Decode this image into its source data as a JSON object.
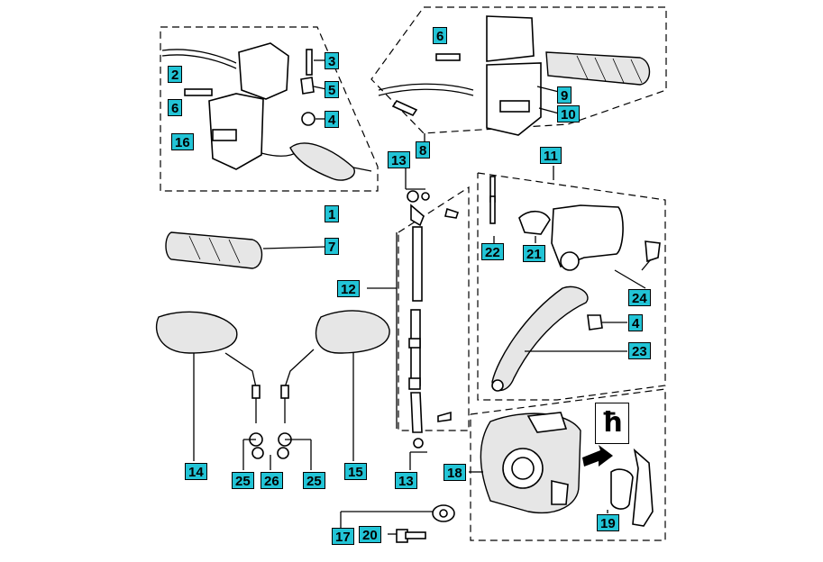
{
  "diagram": {
    "callouts": {
      "c1": "1",
      "c2": "2",
      "c3": "3",
      "c4a": "4",
      "c4b": "4",
      "c5": "5",
      "c6a": "6",
      "c6b": "6",
      "c7": "7",
      "c8": "8",
      "c9": "9",
      "c10": "10",
      "c11": "11",
      "c12": "12",
      "c13a": "13",
      "c13b": "13",
      "c14": "14",
      "c15": "15",
      "c16": "16",
      "c17": "17",
      "c18": "18",
      "c19": "19",
      "c20": "20",
      "c21": "21",
      "c22": "22",
      "c23": "23",
      "c24": "24",
      "c25a": "25",
      "c25b": "25",
      "c26": "26"
    },
    "tool_symbol": "ħ",
    "colors": {
      "callout_fill": "#22c4d6",
      "line": "#000000",
      "background": "#ffffff"
    }
  }
}
